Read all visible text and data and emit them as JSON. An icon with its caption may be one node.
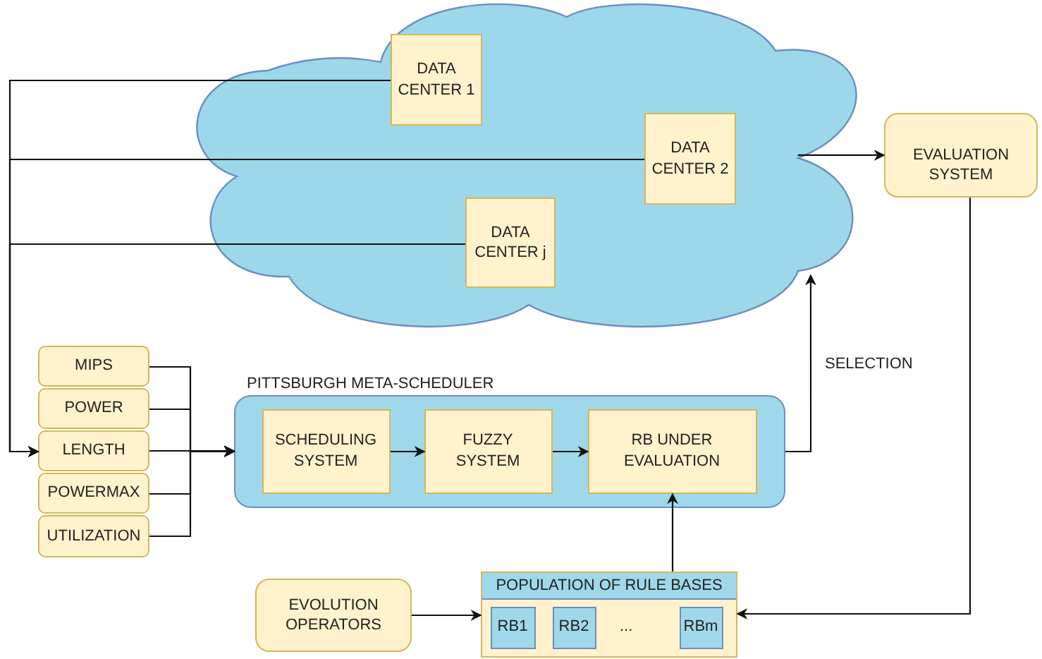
{
  "diagram": {
    "nodes": [
      {
        "text": [],
        "shape": "cloud"
      },
      {
        "text": [
          "DATA CENTER 1"
        ],
        "in": 0
      },
      {
        "text": [
          "DATA CENTER 2"
        ],
        "in": 0
      },
      {
        "text": [
          "DATA CENTER j"
        ],
        "in": 0
      },
      {
        "text": [
          "EVALUATION SYSTEM"
        ]
      },
      {
        "text": [
          "MIPS"
        ]
      },
      {
        "text": [
          "POWER"
        ]
      },
      {
        "text": [
          "LENGTH"
        ]
      },
      {
        "text": [
          "POWERMAX"
        ]
      },
      {
        "text": [
          "UTILIZATION"
        ]
      },
      {
        "text": [
          "PITTSBURGH META-SCHEDULER"
        ]
      },
      {
        "text": [
          "SCHEDULING SYSTEM"
        ],
        "in": 10
      },
      {
        "text": [
          "FUZZY SYSTEM"
        ],
        "in": 10
      },
      {
        "text": [
          "RB UNDER EVALUATION"
        ],
        "in": 10
      },
      {
        "text": [
          "EVOLUTION OPERATORS"
        ]
      },
      {
        "text": [
          "POPULATION OF RULE BASES"
        ]
      },
      {
        "text": [
          "RB1"
        ],
        "in": 15
      },
      {
        "text": [
          "RB2"
        ],
        "in": 15
      },
      {
        "text": [
          "RBm"
        ],
        "in": 15
      }
    ],
    "edges": [
      {
        "from": 1,
        "to": 7,
        "arrow": "to"
      },
      {
        "from": 2,
        "to": 7,
        "arrow": "to"
      },
      {
        "from": 3,
        "to": 7,
        "arrow": "to"
      },
      {
        "from": 5,
        "to": 10,
        "arrow": "to"
      },
      {
        "from": 6,
        "to": 10,
        "arrow": "to"
      },
      {
        "from": 7,
        "to": 10,
        "arrow": "to"
      },
      {
        "from": 8,
        "to": 10,
        "arrow": "to"
      },
      {
        "from": 9,
        "to": 10,
        "arrow": "to"
      },
      {
        "from": 11,
        "to": 12,
        "arrow": "to"
      },
      {
        "from": 12,
        "to": 13,
        "arrow": "to"
      },
      {
        "from": 10,
        "to": 0,
        "arrow": "to",
        "label": "SELECTION"
      },
      {
        "from": 0,
        "to": 4,
        "arrow": "to"
      },
      {
        "from": 4,
        "to": 15,
        "arrow": "to"
      },
      {
        "from": 14,
        "to": 15,
        "arrow": "to"
      },
      {
        "from": 15,
        "to": 13,
        "arrow": "to"
      }
    ],
    "labels": [
      "..."
    ]
  }
}
